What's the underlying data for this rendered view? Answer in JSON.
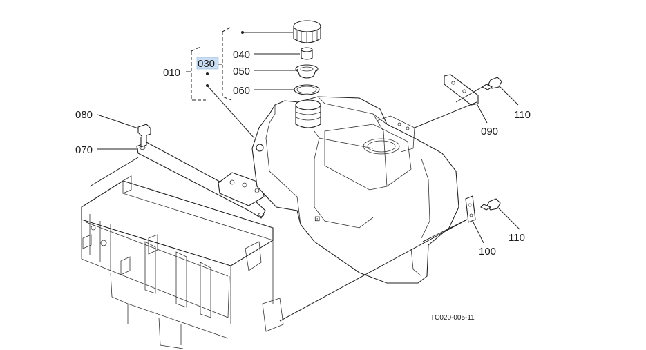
{
  "diagram": {
    "labels": {
      "p010": "010",
      "p030": "030",
      "p040": "040",
      "p050": "050",
      "p060": "060",
      "p070": "070",
      "p080": "080",
      "p090": "090",
      "p100": "100",
      "p110a": "110",
      "p110b": "110"
    },
    "highlighted_label": "030",
    "highlight_color": "#c9def3",
    "drawing_code": "TC020-005-11"
  }
}
